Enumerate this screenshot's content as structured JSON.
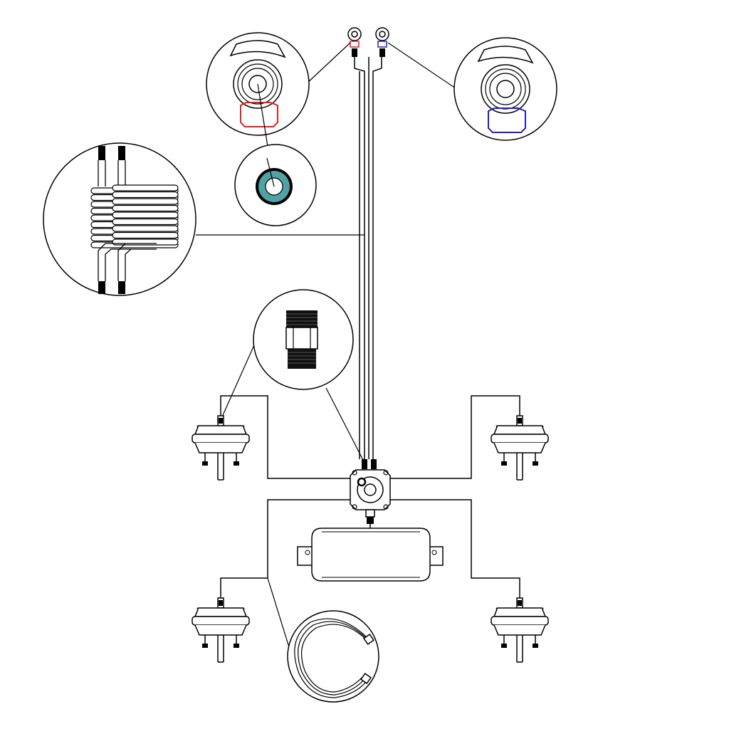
{
  "diagram": {
    "kind": "trailer air brake system schematic",
    "components": [
      {
        "id": "gladhand-emergency",
        "label": "",
        "color": "#e02020",
        "icon": "gladhand-coupler-icon"
      },
      {
        "id": "gladhand-service",
        "label": "",
        "color": "#2020c0",
        "icon": "gladhand-coupler-icon"
      },
      {
        "id": "gladhand-seal",
        "label": "",
        "color": "#4fa3a5",
        "icon": "rubber-seal-icon"
      },
      {
        "id": "coiled-hoses",
        "label": "",
        "icon": "coiled-air-lines-icon"
      },
      {
        "id": "hex-fitting",
        "label": "",
        "icon": "hex-fitting-icon"
      },
      {
        "id": "relay-valve",
        "label": "",
        "icon": "relay-valve-icon"
      },
      {
        "id": "air-tank",
        "label": "",
        "icon": "air-reservoir-icon"
      },
      {
        "id": "brake-chambers",
        "count": 4,
        "icon": "brake-chamber-icon"
      },
      {
        "id": "hose-coil",
        "label": "",
        "icon": "air-hose-icon"
      }
    ],
    "colors": {
      "line": "#000000",
      "emergency": "#e02020",
      "service": "#2020c0",
      "seal": "#4fa3a5",
      "background": "#ffffff"
    }
  }
}
